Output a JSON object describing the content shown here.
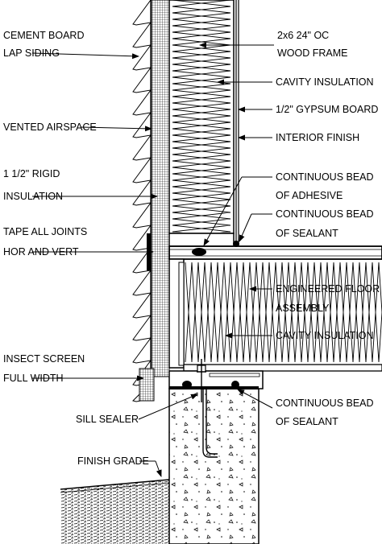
{
  "labels": {
    "cement_board_1": "CEMENT BOARD",
    "cement_board_2": "LAP SIDING",
    "vented_airspace": "VENTED AIRSPACE",
    "rigid_insulation_1": "1 1/2\" RIGID",
    "rigid_insulation_2": "INSULATION",
    "tape_joints_1": "TAPE ALL JOINTS",
    "tape_joints_2": "HOR AND VERT",
    "insect_screen_1": "INSECT SCREEN",
    "insect_screen_2": "FULL WIDTH",
    "sill_sealer": "SILL SEALER",
    "finish_grade": "FINISH GRADE",
    "wood_frame_1": "2x6 24\" OC",
    "wood_frame_2": "WOOD FRAME",
    "cavity_insulation_wall": "CAVITY INSULATION",
    "gypsum_board": "1/2\" GYPSUM BOARD",
    "interior_finish": "INTERIOR FINISH",
    "adhesive_1": "CONTINUOUS BEAD",
    "adhesive_2": "OF ADHESIVE",
    "sealant_upper_1": "CONTINUOUS BEAD",
    "sealant_upper_2": "OF SEALANT",
    "floor_assembly_1": "ENGINEERED FLOOR",
    "floor_assembly_2": "ASSEMBLY",
    "cavity_insulation_floor": "CAVITY INSULATION",
    "sealant_lower_1": "CONTINUOUS BEAD",
    "sealant_lower_2": "OF SEALANT"
  },
  "colors": {
    "line": "#000000",
    "background": "#ffffff"
  }
}
